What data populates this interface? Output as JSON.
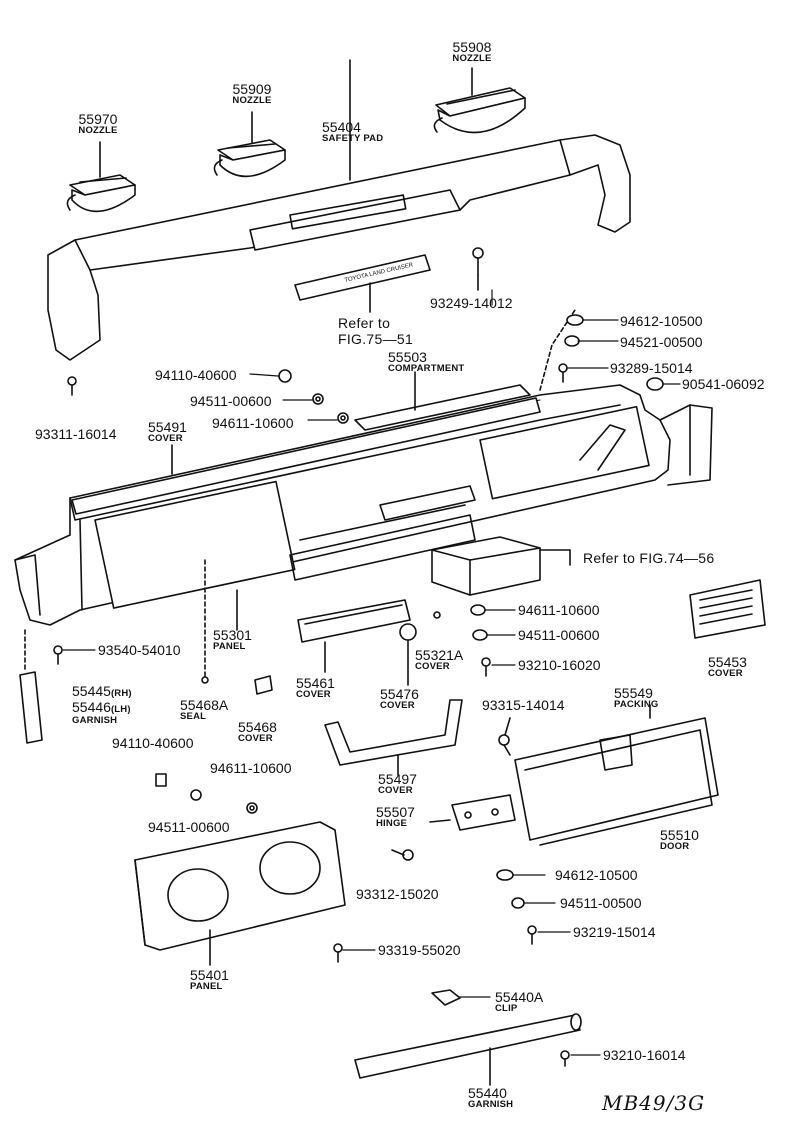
{
  "callouts": {
    "p55970": {
      "number": "55970",
      "name": "NOZZLE"
    },
    "p55909": {
      "number": "55909",
      "name": "NOZZLE"
    },
    "p55908": {
      "number": "55908",
      "name": "NOZZLE"
    },
    "p55404": {
      "number": "55404",
      "name": "SAFETY PAD"
    },
    "p93249": {
      "number": "93249-14012"
    },
    "ref7551": {
      "line1": "Refer to",
      "line2": "FIG.75—51"
    },
    "p94612a": {
      "number": "94612-10500"
    },
    "p94521": {
      "number": "94521-00500"
    },
    "p93289": {
      "number": "93289-15014"
    },
    "p90541": {
      "number": "90541-06092"
    },
    "p55503": {
      "number": "55503",
      "name": "COMPARTMENT"
    },
    "p94110a": {
      "number": "94110-40600"
    },
    "p94511a": {
      "number": "94511-00600"
    },
    "p94611a": {
      "number": "94611-10600"
    },
    "p93311": {
      "number": "93311-16014"
    },
    "p55491": {
      "number": "55491",
      "name": "COVER"
    },
    "ref7456": {
      "text": "Refer to FIG.74—56"
    },
    "p94611b": {
      "number": "94611-10600"
    },
    "p94511b": {
      "number": "94511-00600"
    },
    "p93210a": {
      "number": "93210-16020"
    },
    "p55301": {
      "number": "55301",
      "name": "PANEL"
    },
    "p55321A": {
      "number": "55321A",
      "name": "COVER"
    },
    "p55453": {
      "number": "55453",
      "name": "COVER"
    },
    "p93540": {
      "number": "93540-54010"
    },
    "p55461": {
      "number": "55461",
      "name": "COVER"
    },
    "p55476": {
      "number": "55476",
      "name": "COVER"
    },
    "p55445": {
      "number": "55445",
      "suffix": "(RH)"
    },
    "p55446": {
      "number": "55446",
      "suffix": "(LH)"
    },
    "garnish1": {
      "name": "GARNISH"
    },
    "p55468A": {
      "number": "55468A",
      "name": "SEAL"
    },
    "p55468": {
      "number": "55468",
      "name": "COVER"
    },
    "p93315": {
      "number": "93315-14014"
    },
    "p55549": {
      "number": "55549",
      "name": "PACKING"
    },
    "p94110b": {
      "number": "94110-40600"
    },
    "p94611c": {
      "number": "94611-10600"
    },
    "p55497": {
      "number": "55497",
      "name": "COVER"
    },
    "p55507": {
      "number": "55507",
      "name": "HINGE"
    },
    "p55510": {
      "number": "55510",
      "name": "DOOR"
    },
    "p94511c": {
      "number": "94511-00600"
    },
    "p93312": {
      "number": "93312-15020"
    },
    "p94612b": {
      "number": "94612-10500"
    },
    "p94511d": {
      "number": "94511-00500"
    },
    "p93219": {
      "number": "93219-15014"
    },
    "p55401": {
      "number": "55401",
      "name": "PANEL"
    },
    "p93319": {
      "number": "93319-55020"
    },
    "p55440A": {
      "number": "55440A",
      "name": "CLIP"
    },
    "p93210b": {
      "number": "93210-16014"
    },
    "p55440": {
      "number": "55440",
      "name": "GARNISH"
    },
    "diagram_code": "MB49/3G",
    "lamp_badge_text": "TOYOTA LAND CRUISER"
  }
}
